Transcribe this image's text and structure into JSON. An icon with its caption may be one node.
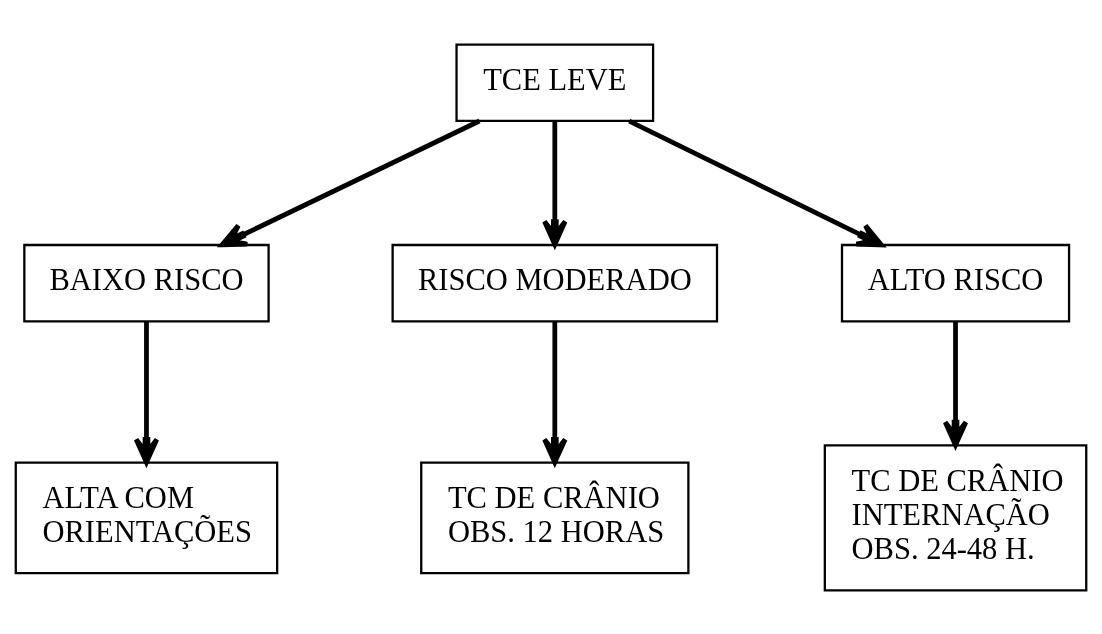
{
  "diagram": {
    "nodes": [
      {
        "text": [
          "TCE LEVE"
        ]
      },
      {
        "text": [
          "BAIXO RISCO"
        ]
      },
      {
        "text": [
          "RISCO MODERADO"
        ]
      },
      {
        "text": [
          "ALTO RISCO"
        ]
      },
      {
        "text": [
          "ALTA COM ORIENTAÇÕES"
        ]
      },
      {
        "text": [
          "TC DE CRÂNIO OBS. 12 HORAS"
        ]
      },
      {
        "text": [
          "TC DE CRÂNIO INTERNAÇÃO OBS. 24-48 H."
        ]
      }
    ],
    "edges": [
      {
        "from": 0,
        "to": 1,
        "arrow": "to"
      },
      {
        "from": 0,
        "to": 2,
        "arrow": "to"
      },
      {
        "from": 0,
        "to": 3,
        "arrow": "to"
      },
      {
        "from": 1,
        "to": 4,
        "arrow": "to"
      },
      {
        "from": 2,
        "to": 5,
        "arrow": "to"
      },
      {
        "from": 3,
        "to": 6,
        "arrow": "to"
      }
    ]
  }
}
